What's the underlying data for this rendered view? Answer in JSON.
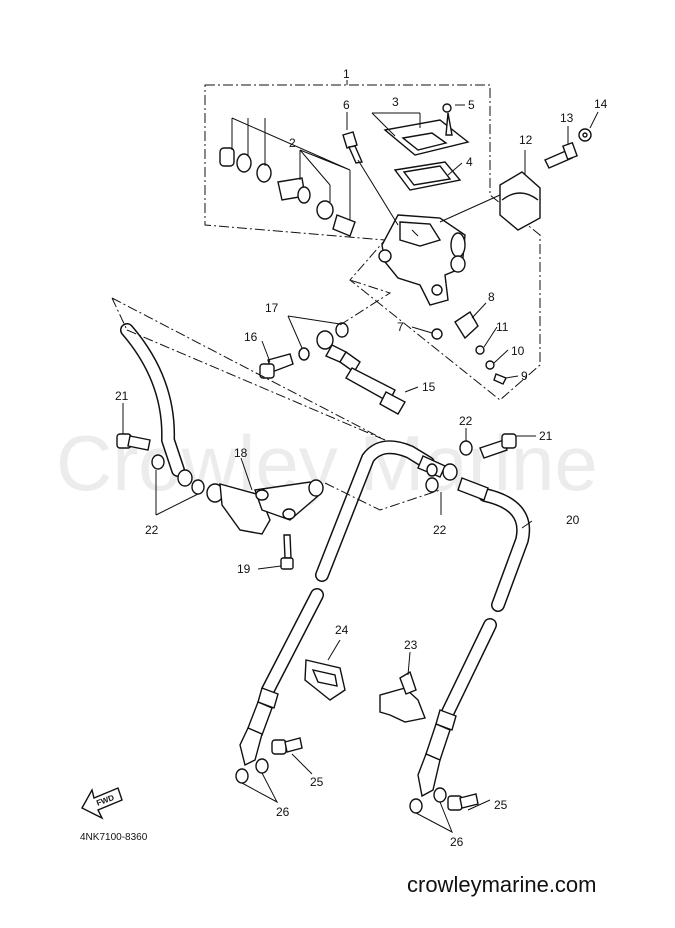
{
  "watermark": "Crowley Marine",
  "footer_url": "crowleymarine.com",
  "diagram_code": "4NK7100-8360",
  "fwd_label": "FWD",
  "callouts": [
    "1",
    "2",
    "3",
    "4",
    "5",
    "6",
    "7",
    "8",
    "9",
    "10",
    "11",
    "12",
    "13",
    "14",
    "15",
    "16",
    "17",
    "18",
    "19",
    "20",
    "21",
    "21",
    "22",
    "22",
    "22",
    "23",
    "24",
    "25",
    "25",
    "26",
    "26"
  ]
}
